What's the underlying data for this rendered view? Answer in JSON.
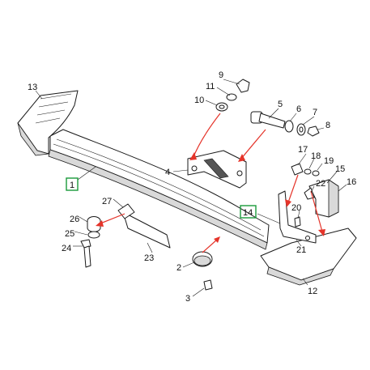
{
  "callouts": [
    "1",
    "2",
    "3",
    "4",
    "5",
    "6",
    "7",
    "8",
    "9",
    "10",
    "11",
    "12",
    "13",
    "14",
    "15",
    "16",
    "17",
    "18",
    "19",
    "20",
    "21",
    "22",
    "23",
    "24",
    "25",
    "26",
    "27"
  ],
  "highlighted": [
    "1",
    "14"
  ],
  "colors": {
    "highlight_box": "#1a9a3a",
    "arrow": "#e5342a",
    "line": "#1a1a1a"
  }
}
